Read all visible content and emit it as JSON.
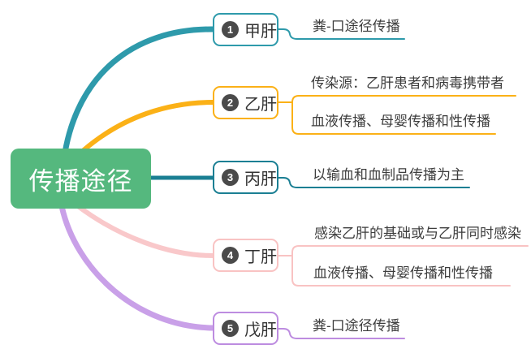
{
  "root": {
    "label": "传播途径",
    "color": "#55b87e",
    "text_color": "#ffffff"
  },
  "badge_bg": "#4a4a4a",
  "branches": [
    {
      "badge": "1",
      "label": "甲肝",
      "color": "#2e9aab",
      "curve_color": "#2e9aab",
      "children": [
        {
          "text": "粪-口途径传播"
        }
      ]
    },
    {
      "badge": "2",
      "label": "乙肝",
      "color": "#fbb117",
      "curve_color": "#fbb117",
      "children": [
        {
          "text": "传染源：乙肝患者和病毒携带者"
        },
        {
          "text": "血液传播、母婴传播和性传播"
        }
      ]
    },
    {
      "badge": "3",
      "label": "丙肝",
      "color": "#1b7f93",
      "curve_color": "#1b7f93",
      "children": [
        {
          "text": "以输血和血制品传播为主"
        }
      ]
    },
    {
      "badge": "4",
      "label": "丁肝",
      "color": "#f9c3c3",
      "curve_color": "#f9c8ca",
      "children": [
        {
          "text": "感染乙肝的基础或与乙肝同时感染"
        },
        {
          "text": "血液传播、母婴传播和性传播"
        }
      ]
    },
    {
      "badge": "5",
      "label": "戊肝",
      "color": "#bd8ce0",
      "curve_color": "#c9a0e8",
      "children": [
        {
          "text": "粪-口途径传播"
        }
      ]
    }
  ]
}
